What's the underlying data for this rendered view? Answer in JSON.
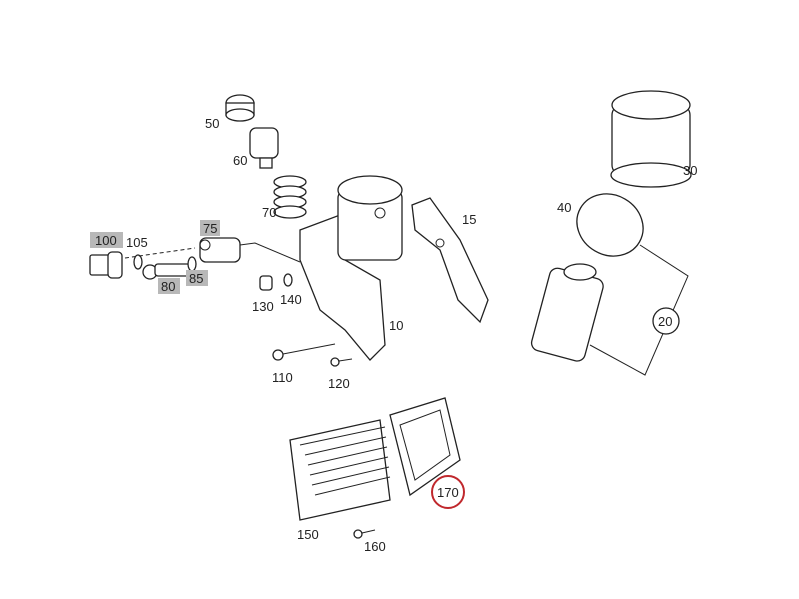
{
  "diagram": {
    "labels": {
      "p50": "50",
      "p60": "60",
      "p70": "70",
      "p15": "15",
      "p30": "30",
      "p40": "40",
      "p20": "20",
      "p100": "100",
      "p105": "105",
      "p75": "75",
      "p80": "80",
      "p85": "85",
      "p130": "130",
      "p140": "140",
      "p10": "10",
      "p110": "110",
      "p120": "120",
      "p170": "170",
      "p150": "150",
      "p160": "160"
    },
    "colors": {
      "highlight_circle": "#c0282d",
      "label_box": "#b8b8b8"
    }
  }
}
